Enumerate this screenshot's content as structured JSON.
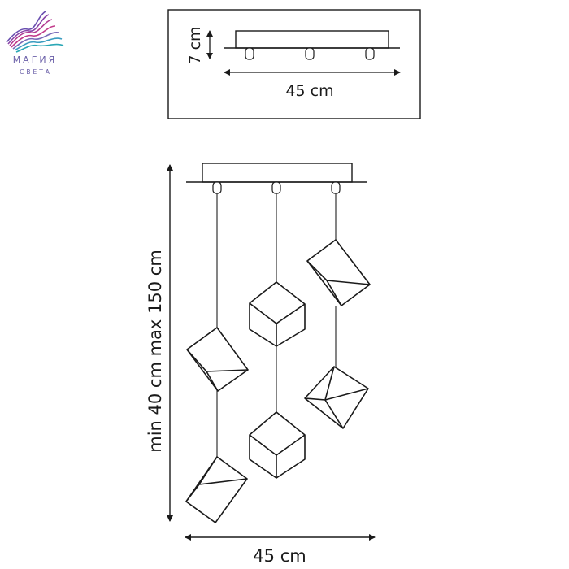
{
  "brand": {
    "name": "МАГИЯ",
    "tagline": "СВЕТА",
    "colors": {
      "violet": "#6a4fb0",
      "magenta": "#c23a8a",
      "teal": "#2aa7b5"
    }
  },
  "diagram": {
    "inset": {
      "height_label": "7 cm",
      "width_label": "45 cm"
    },
    "main": {
      "height_label": "min 40 cm max 150 cm",
      "width_label": "45 cm",
      "shade_count": 6,
      "canopy_sockets": 3
    }
  }
}
